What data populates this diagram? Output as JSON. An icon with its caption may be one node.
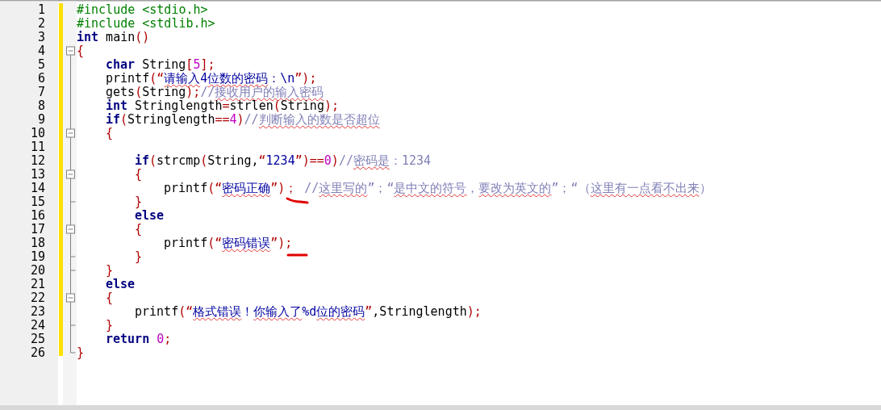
{
  "diagram": {
    "labels": [
      "1",
      "#include <stdio.h>",
      "2",
      "#include <stdlib.h>",
      "3",
      "**int** main()",
      "4",
      "{",
      "5",
      "**char** String[5];",
      "6",
      "printf(“请输入4位数的密码：\\n”);",
      "7",
      "gets(String);//接收用户的输入密码",
      "8",
      "**int** Stringlength=strlen(String);",
      "9",
      "**if**(Stringlength==4)//判断输入的数是否超位",
      "10",
      "{",
      "11",
      "12",
      "**if**(strcmp(String,“1234”)==0)//密码是：1234",
      "13",
      "{",
      "14",
      "printf(“密码正确”)； //这里写的”；“是中文的符号，要改为英文的”；“（这里有一点看不出来）",
      "15",
      "}",
      "16",
      "**else**",
      "17",
      "{",
      "18",
      "printf(“密码错误”);",
      "19",
      "}",
      "20",
      "}",
      "21",
      "**else**",
      "22",
      "{",
      "23",
      "printf(“格式错误！你输入了%d位的密码”,Stringlength);",
      "24",
      "}",
      "25",
      "**return** 0;",
      "26",
      "}"
    ]
  }
}
